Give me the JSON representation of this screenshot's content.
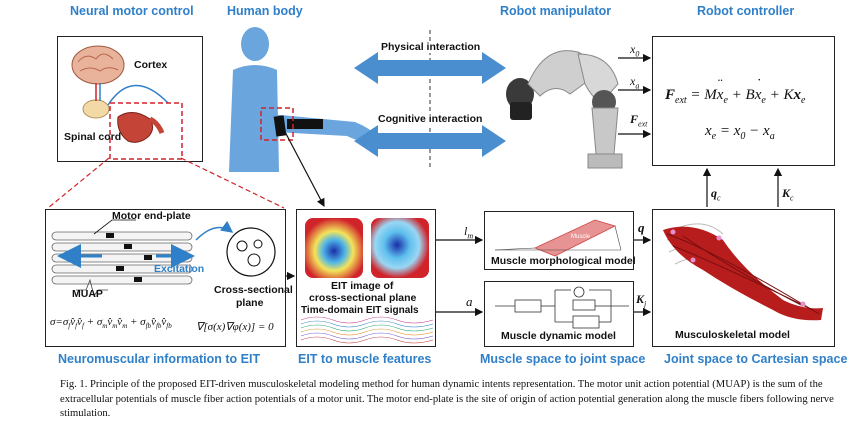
{
  "top_labels": {
    "neural": "Neural motor control",
    "human": "Human body",
    "robot_manip": "Robot manipulator",
    "robot_ctrl": "Robot controller"
  },
  "neural_panel": {
    "cortex": "Cortex",
    "spinal": "Spinal cord"
  },
  "interaction": {
    "physical": "Physical interaction",
    "cognitive": "Cognitive interaction"
  },
  "robot_arrows": {
    "x0": "x",
    "x0_sub": "0",
    "xa": "x",
    "xa_sub": "a",
    "fext": "F",
    "fext_sub": "ext"
  },
  "controller": {
    "eq1": "F_ext = M ẍ_e + B ẋ_e + K x_e",
    "eq2": "x_e = x_0 − x_a",
    "qc": "q",
    "qc_sub": "c",
    "kc": "K",
    "kc_sub": "c"
  },
  "neuro_panel": {
    "endplate": "Motor end-plate",
    "excitation": "Excitation",
    "muap": "MUAP",
    "cross1": "Cross-sectional",
    "cross2": "plane",
    "eq_sigma": "σ = σ_f v̂_f v̂_f + σ_m v̂_m v̂_m + σ_fb v̂_fb v̂_fb",
    "eq_laplace": "∇[σ(x)∇φ(x)] = 0"
  },
  "eit_panel": {
    "img1": "EIT image of",
    "img2": "cross-sectional plane",
    "signals": "Time-domain EIT signals"
  },
  "muscle_panel": {
    "lm": "l",
    "lm_sub": "m",
    "a": "a",
    "morph": "Muscle morphological model",
    "dyn": "Muscle dynamic model",
    "muscle_text": "Muscle"
  },
  "joint_arrows": {
    "q": "q",
    "kj": "K",
    "kj_sub": "j"
  },
  "msk_panel": {
    "title": "Musculoskeletal model"
  },
  "bottom_labels": {
    "b1": "Neuromuscular information to EIT",
    "b2": "EIT to muscle features",
    "b3": "Muscle space to joint space",
    "b4": "Joint space to Cartesian space"
  },
  "caption": "Fig. 1.    Principle of the proposed EIT-driven musculoskeletal modeling method for human dynamic intents representation. The motor unit action potential (MUAP) is the sum of the extracellular potentials of muscle fiber action potentials of a motor unit. The motor end-plate is the site of origin of action potential generation along the muscle fibers following nerve stimulation.",
  "colors": {
    "accent": "#2f80c8",
    "red": "#d0232a",
    "skin": "#6aa6dd"
  }
}
